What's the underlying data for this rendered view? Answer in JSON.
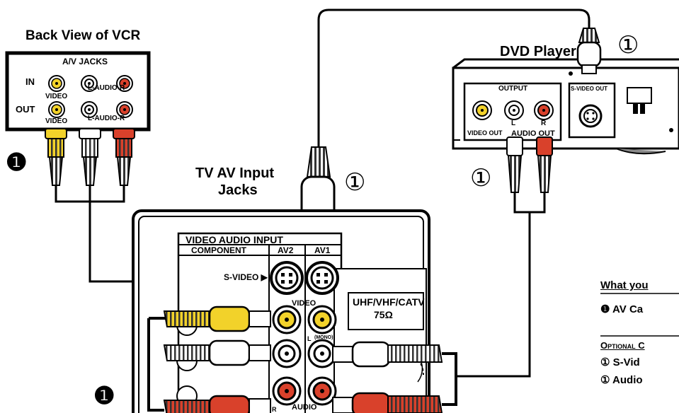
{
  "labels": {
    "vcr_title": "Back View of VCR",
    "dvd_title": "DVD Player",
    "tv_title_line1": "TV AV Input",
    "tv_title_line2": "Jacks"
  },
  "vcr": {
    "panel_title": "A/V JACKS",
    "in_label": "IN",
    "out_label": "OUT",
    "video_label": "VIDEO",
    "audio_label": "L-AUDIO-R"
  },
  "dvd": {
    "output_label": "OUTPUT",
    "svideo_out_label": "S-VIDEO OUT",
    "video_out_label": "VIDEO OUT",
    "audio_out_label": "AUDIO OUT",
    "l_label": "L",
    "r_label": "R"
  },
  "tv": {
    "header": "VIDEO AUDIO INPUT",
    "component": "COMPONENT",
    "av2": "AV2",
    "av1": "AV1",
    "svideo": "S-VIDEO ▶",
    "video": "VIDEO",
    "audio": "AUDIO",
    "mono": "(MONO)",
    "l": "L",
    "r": "R",
    "rf_line1": "UHF/VHF/CATV",
    "rf_line2": "75Ω"
  },
  "markers": {
    "av_cable": "❶",
    "optional": "①"
  },
  "legend": {
    "heading": "What you",
    "item1": "❶ AV Ca",
    "optional_heading": "Optional C",
    "item2": "① S-Vid",
    "item3": "① Audio"
  },
  "colors": {
    "video_plug": "#f2d22a",
    "audio_left_plug": "#ffffff",
    "audio_right_plug": "#d9412b",
    "line": "#000000"
  }
}
